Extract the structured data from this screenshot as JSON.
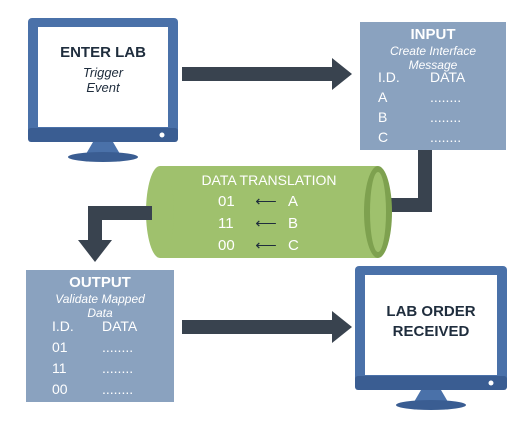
{
  "colors": {
    "monitor_frame": "#4a71a9",
    "monitor_frame_dark": "#3a5d92",
    "screen_bg": "#ffffff",
    "box_fill": "#8aa2bf",
    "arrow": "#39434f",
    "cylinder_fill": "#9fc16d",
    "cylinder_dark": "#7ea14f",
    "text_dark": "#1f2d3d"
  },
  "enter_lab": {
    "title": "ENTER LAB",
    "subtitle_line1": "Trigger",
    "subtitle_line2": "Event"
  },
  "input_box": {
    "title": "INPUT",
    "subtitle_line1": "Create Interface",
    "subtitle_line2": "Message",
    "col_id": "I.D.",
    "col_data": "DATA",
    "rows": [
      {
        "id": "A",
        "data": "........"
      },
      {
        "id": "B",
        "data": "........"
      },
      {
        "id": "C",
        "data": "........"
      }
    ]
  },
  "translation": {
    "title": "DATA TRANSLATION",
    "rows": [
      {
        "from": "01",
        "to": "A"
      },
      {
        "from": "11",
        "to": "B"
      },
      {
        "from": "00",
        "to": "C"
      }
    ]
  },
  "output_box": {
    "title": "OUTPUT",
    "subtitle_line1": "Validate Mapped",
    "subtitle_line2": "Data",
    "col_id": "I.D.",
    "col_data": "DATA",
    "rows": [
      {
        "id": "01",
        "data": "........"
      },
      {
        "id": "11",
        "data": "........"
      },
      {
        "id": "00",
        "data": "........"
      }
    ]
  },
  "lab_order": {
    "line1": "LAB ORDER",
    "line2": "RECEIVED"
  },
  "icons": {
    "translation_arrow": "left-arrow"
  }
}
